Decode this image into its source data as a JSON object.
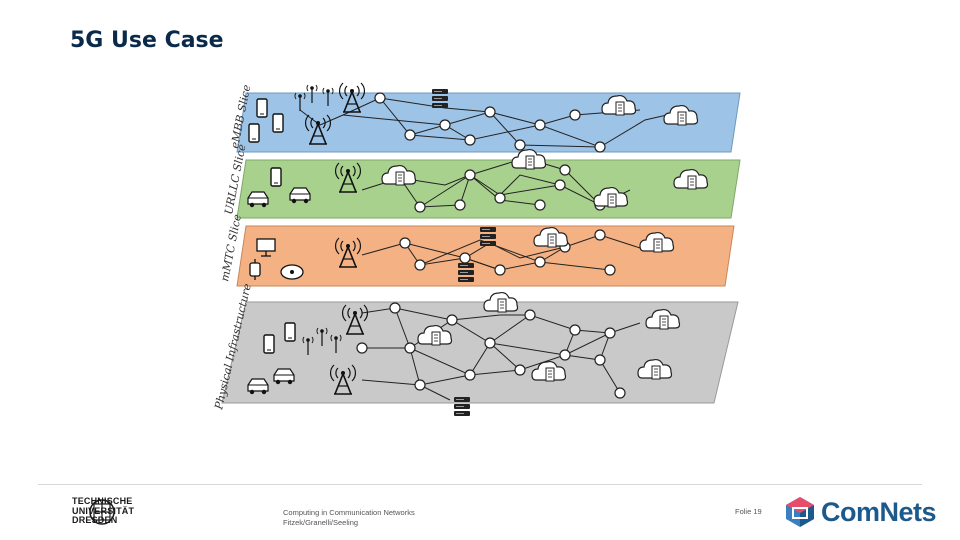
{
  "title": "5G Use Case",
  "colors": {
    "embb": "#9dc3e6",
    "urllc": "#a9d18e",
    "mmtc": "#f4b183",
    "physical": "#c9c9c9",
    "accent": "#1d5a8c"
  },
  "layers": [
    {
      "id": "embb",
      "label": "eMBB Slice"
    },
    {
      "id": "urllc",
      "label": "URLLC Slice"
    },
    {
      "id": "mmtc",
      "label": "mMTC Slice"
    },
    {
      "id": "physical",
      "label": "Physical Infrastructure"
    }
  ],
  "footer": {
    "university_lines": [
      "TECHNISCHE",
      "UNIVERSITÄT",
      "DRESDEN"
    ],
    "course_line1": "Computing in Communication Networks",
    "course_line2": "Fitzek/Granelli/Seeling",
    "page": "Folie 19",
    "brand": "ComNets"
  }
}
